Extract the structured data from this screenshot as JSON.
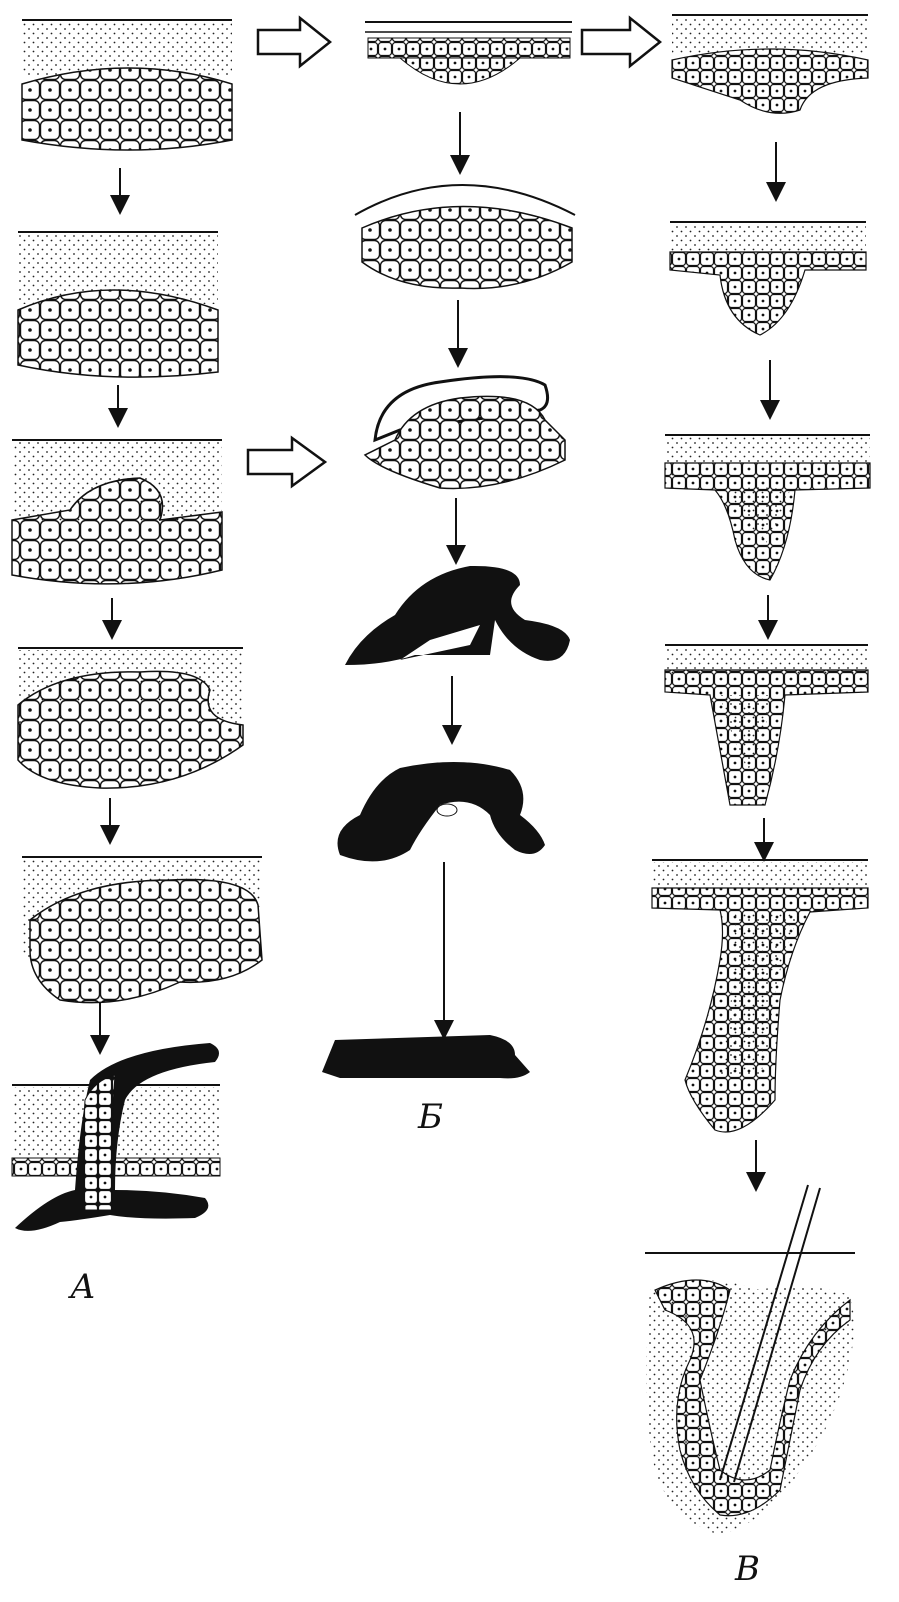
{
  "labels": {
    "a": "А",
    "b": "Б",
    "v": "В"
  },
  "colors": {
    "ink": "#111111",
    "paper": "#ffffff"
  }
}
